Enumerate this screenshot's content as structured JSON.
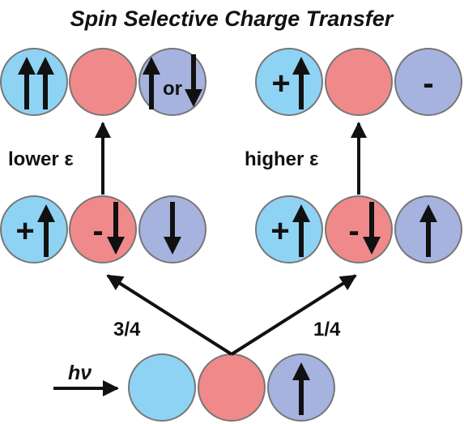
{
  "title": "Spin Selective Charge Transfer",
  "labels": {
    "left_arrow": "lower ε",
    "right_arrow": "higher ε",
    "left_fraction": "3/4",
    "right_fraction": "1/4",
    "excitation": "hν"
  },
  "symbols": {
    "plus": "+",
    "minus": "-",
    "or": "or"
  },
  "colors": {
    "donor_blue": "#8fd3f4",
    "acceptor_red": "#f08a8a",
    "radical_purple": "#a6b3df",
    "outline": "#777777",
    "ink": "#111111"
  },
  "icons": [
    "spin-up-arrow-icon",
    "spin-down-arrow-icon",
    "reaction-arrow-icon"
  ]
}
